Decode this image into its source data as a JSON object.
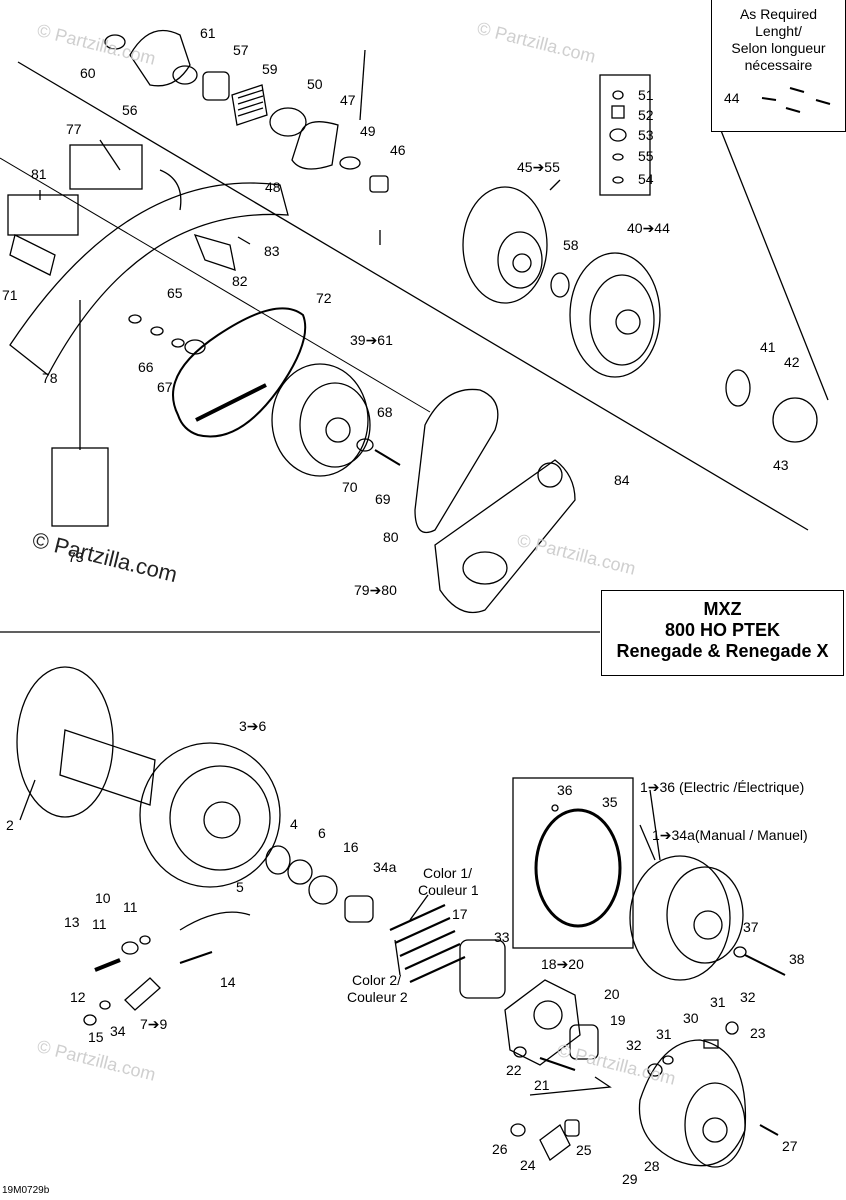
{
  "diagram_code": "19M0729b",
  "model_box": {
    "line1": "MXZ",
    "line2": "800 HO PTEK",
    "line3": "Renegade & Renegade X"
  },
  "note_box": {
    "line1": "As Required",
    "line2": "Lenght/",
    "line3": "Selon longueur",
    "line4": "nécessaire",
    "part": "44"
  },
  "watermarks": {
    "primary": "© Partzilla.com",
    "faint": "© Partzilla.com"
  },
  "part_labels": {
    "p60": "60",
    "p61": "61",
    "p57": "57",
    "p56": "56",
    "p59": "59",
    "p50": "50",
    "p47": "47",
    "p49": "49",
    "p46": "46",
    "p48": "48",
    "p77": "77",
    "p81": "81",
    "p83": "83",
    "p82": "82",
    "p71": "71",
    "p65": "65",
    "p66": "66",
    "p67": "67",
    "p78": "78",
    "p72": "72",
    "p73": "73",
    "p39_61": "39➔61",
    "p68": "68",
    "p70": "70",
    "p69": "69",
    "p45_55": "45➔55",
    "p51": "51",
    "p52": "52",
    "p53": "53",
    "p55": "55",
    "p54": "54",
    "p58": "58",
    "p40_44": "40➔44",
    "p41": "41",
    "p42": "42",
    "p43": "43",
    "p84": "84",
    "p80": "80",
    "p79_80": "79➔80",
    "p2": "2",
    "p3_6": "3➔6",
    "p4": "4",
    "p6": "6",
    "p5": "5",
    "p16": "16",
    "p34a": "34a",
    "color1": "Color 1/",
    "color1b": "Couleur 1",
    "p17": "17",
    "color2": "Color 2/",
    "color2b": "Couleur 2",
    "p10": "10",
    "p11a": "11",
    "p11b": "11",
    "p13": "13",
    "p12": "12",
    "p14": "14",
    "p15": "15",
    "p34": "34",
    "p7_9": "7➔9",
    "p33": "33",
    "p18_20": "18➔20",
    "p20": "20",
    "p19": "19",
    "p36": "36",
    "p35": "35",
    "electric": "1➔36 (Electric /Électrique)",
    "manual": "1➔34a(Manual / Manuel)",
    "p37": "37",
    "p38": "38",
    "p31a": "31",
    "p32a": "32",
    "p30": "30",
    "p23": "23",
    "p31b": "31",
    "p32b": "32",
    "p22": "22",
    "p21": "21",
    "p26": "26",
    "p24": "24",
    "p25": "25",
    "p27": "27",
    "p28": "28",
    "p29": "29"
  }
}
